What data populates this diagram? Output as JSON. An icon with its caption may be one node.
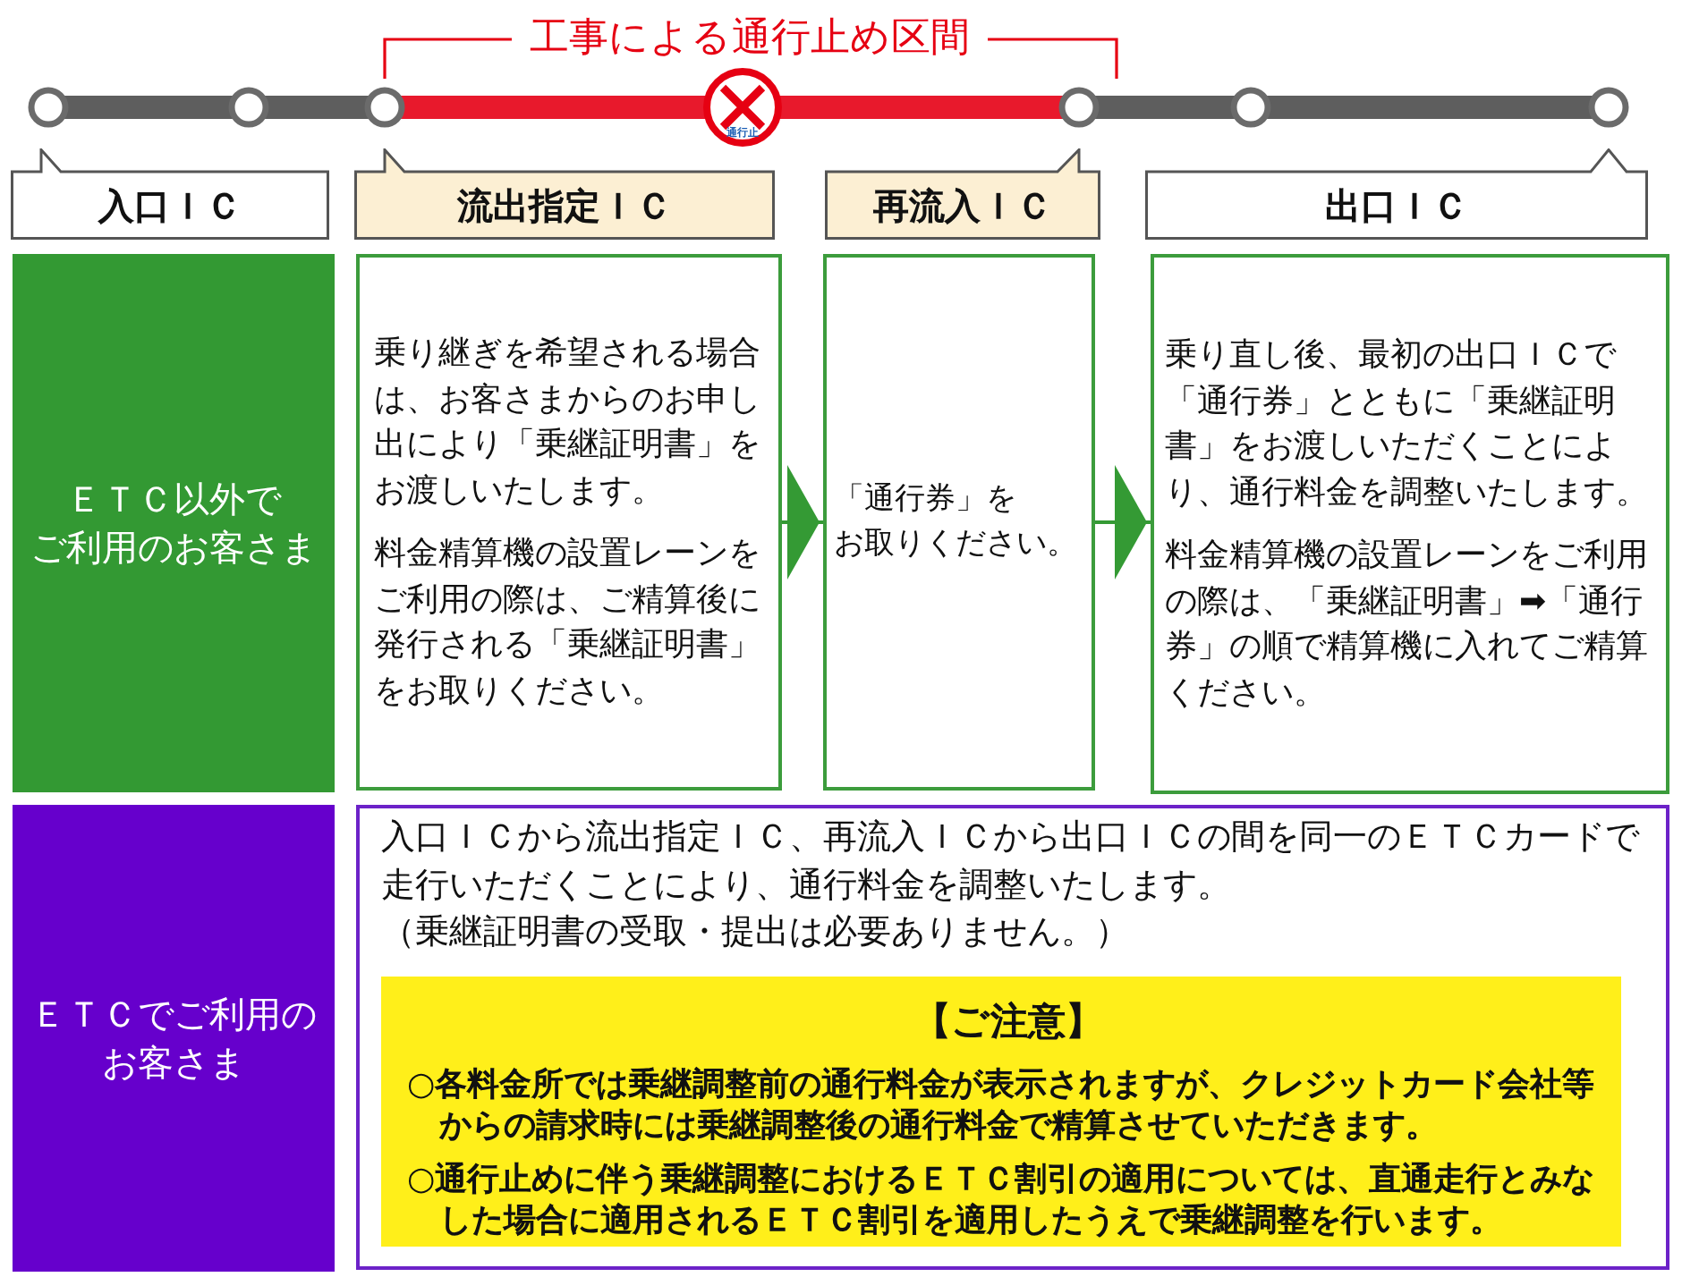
{
  "diagram": {
    "nodes": [
      {
        "text": [
          "入口ＩＣ"
        ]
      },
      {
        "text": [
          "流出指定ＩＣ"
        ]
      },
      {
        "text": [
          "再流入ＩＣ"
        ]
      },
      {
        "text": [
          "出口ＩＣ"
        ]
      },
      {
        "text": [
          "ＥＴＣ以外でご利用のお客さま"
        ]
      },
      {
        "text": [
          "乗り継ぎを希望される場合は、お客さまからのお申し出により「乗継証明書」をお渡しいたします。",
          "料金精算機の設置レーンをご利用の際は、ご精算後に発行される「乗継証明書」をお取りください。"
        ]
      },
      {
        "text": [
          "「通行券」をお取りください。"
        ]
      },
      {
        "text": [
          "乗り直し後、最初の出口ＩＣで「通行券」とともに「乗継証明書」をお渡しいただくことにより、通行料金を調整いたします。",
          "料金精算機の設置レーンをご利用の際は、「乗継証明書」➡「通行券」の順で精算機に入れてご精算ください。"
        ]
      },
      {
        "text": [
          "ＥＴＣでご利用のお客さま"
        ]
      },
      {
        "text": [
          "入口ＩＣから流出指定ＩＣ、再流入ＩＣから出口ＩＣの間を同一のＥＴＣカードで走行いただくことにより、通行料金を調整いたします。",
          "（乗継証明書の受取・提出は必要ありません。）"
        ]
      },
      {
        "text": [
          "【ご注意】",
          "○各料金所では乗継調整前の通行料金が表示されますが、クレジットカード会社等からの請求時には乗継調整後の通行料金で精算させていただきます。",
          "○通行止めに伴う乗継調整におけるＥＴＣ割引の適用については、直通走行とみなした場合に適用されるＥＴＣ割引を適用したうえで乗継調整を行います。"
        ],
        "in": 9
      }
    ],
    "edges": [
      {
        "from": 5,
        "to": 6,
        "arrow": "to"
      },
      {
        "from": 6,
        "to": 7,
        "arrow": "to"
      }
    ],
    "labels": [
      "工事による通行止め区間",
      "通行止"
    ]
  }
}
